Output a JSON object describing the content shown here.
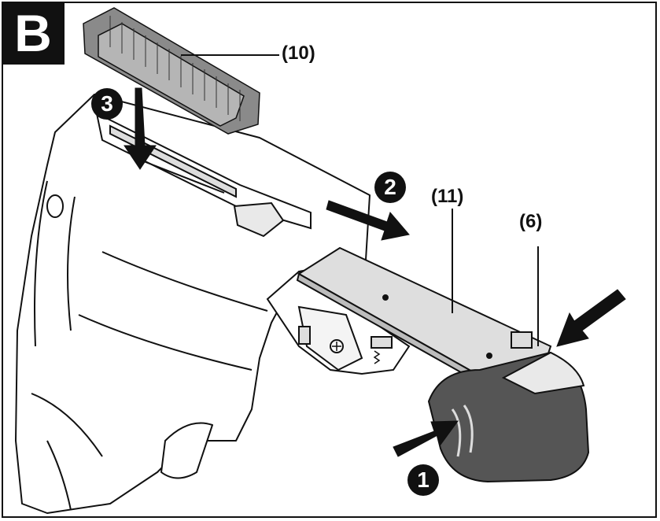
{
  "figure": {
    "letter": "B"
  },
  "callouts": {
    "staples": "(10)",
    "magazine": "(11)",
    "release_button": "(6)"
  },
  "steps": {
    "one": "1",
    "two": "2",
    "three": "3"
  },
  "colors": {
    "ink": "#111111",
    "body_fill": "#ffffff",
    "end_cap": "#555555",
    "magazine": "#dedede",
    "staples": "#8a8a8a"
  }
}
